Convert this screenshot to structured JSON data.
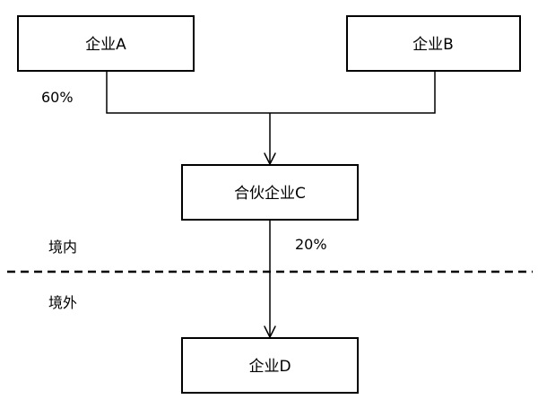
{
  "nodes": {
    "a": "企业A",
    "b": "企业B",
    "c": "合伙企业C",
    "d": "企业D"
  },
  "percentages": {
    "a_share": "60%",
    "c_share": "20%"
  },
  "regions": {
    "domestic": "境内",
    "overseas": "境外"
  }
}
